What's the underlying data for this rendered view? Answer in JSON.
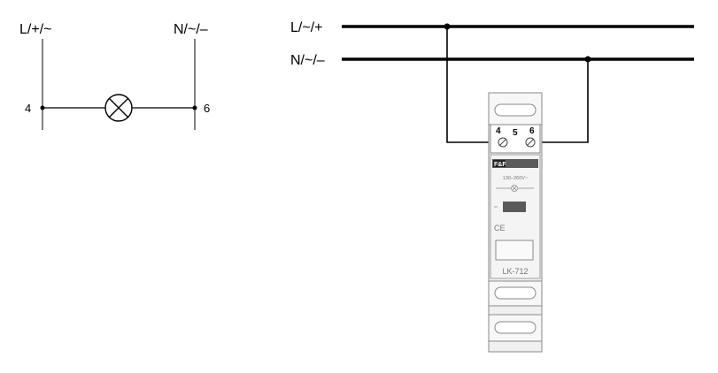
{
  "lamp_circuit": {
    "supply_left": "L/+/~",
    "supply_right": "N/~/–",
    "terminal_left": "4",
    "terminal_right": "6",
    "lamp_icon": "lamp-icon"
  },
  "bus_lines": {
    "line_label": "L/~/+",
    "neutral_label": "N/~/–"
  },
  "device": {
    "terminals": [
      "4",
      "5",
      "6"
    ],
    "brand": "F&F",
    "voltage": "130–260V~",
    "model": "LK-712",
    "ce_mark": "CE",
    "screw_icon": "screw-terminal-icon"
  },
  "colors": {
    "wire": "#000000",
    "device_outline": "#8a8a8a",
    "device_fill": "#f0f0f0",
    "device_dark": "#5a5a5a"
  }
}
